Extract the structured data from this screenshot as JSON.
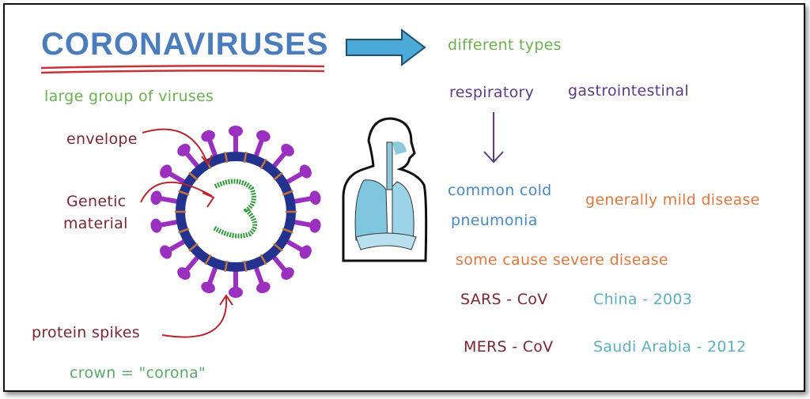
{
  "title": "CORONAVIRUSES",
  "subtitle": "different types",
  "description": "large group of viruses",
  "virus_labels": {
    "envelope": "envelope",
    "genetic_material_line1": "Genetic",
    "genetic_material_line2": "material",
    "protein_spikes": "protein spikes",
    "crown": "crown = \"corona\""
  },
  "types": {
    "respiratory": "respiratory",
    "gastrointestinal": "gastrointestinal"
  },
  "respiratory_conditions": [
    "common cold",
    "pneumonia"
  ],
  "mild_note": "generally mild disease",
  "severe_note": "some cause severe disease",
  "severe_examples": [
    {
      "name": "SARS - CoV",
      "origin": "China - 2003"
    },
    {
      "name": "MERS - CoV",
      "origin": "Saudi Arabia - 2012"
    }
  ],
  "colors": {
    "title": "#4b7dbd",
    "arrow": "#4aa9d6",
    "spike": "#9a2fc0",
    "envelope": "#24328f",
    "rna": "#2e9a3a",
    "pointer": "#b8252e"
  }
}
